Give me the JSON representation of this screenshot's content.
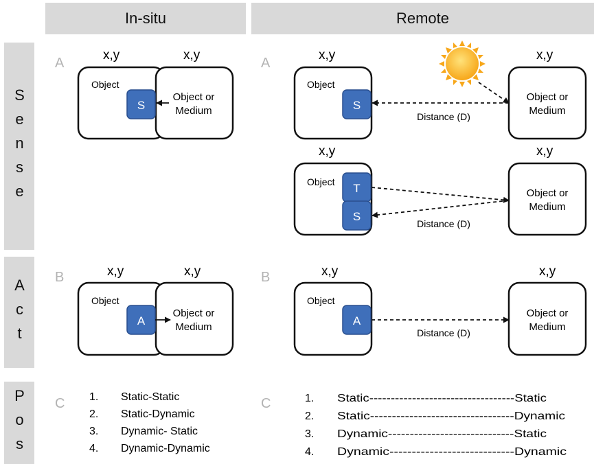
{
  "headers": {
    "insitu": "In-situ",
    "remote": "Remote"
  },
  "rows": {
    "sense": "Sense",
    "act": "Act",
    "pos": "Pos"
  },
  "panel_letters": {
    "a": "A",
    "b": "B",
    "c": "C"
  },
  "coord_label": "x,y",
  "object_label": "Object",
  "medium_label_1": "Object or",
  "medium_label_2": "Medium",
  "distance_label": "Distance (D)",
  "sensor_labels": {
    "sensor": "S",
    "transmitter": "T",
    "actuator": "A"
  },
  "insitu_list": [
    {
      "num": "1.",
      "text": "Static-Static"
    },
    {
      "num": "2.",
      "text": "Static-Dynamic"
    },
    {
      "num": "3.",
      "text": "Dynamic- Static"
    },
    {
      "num": "4.",
      "text": "Dynamic-Dynamic"
    }
  ],
  "remote_list": [
    {
      "num": "1.",
      "text": "Static----------------------------------Static"
    },
    {
      "num": "2.",
      "text": "Static---------------------------------Dynamic"
    },
    {
      "num": "3.",
      "text": "Dynamic-----------------------------Static"
    },
    {
      "num": "4.",
      "text": "Dynamic----------------------------Dynamic"
    }
  ],
  "colors": {
    "header_bg": "#d9d9d9",
    "sensor_blue": "#3f6fba",
    "sun": "#f7b21a"
  }
}
